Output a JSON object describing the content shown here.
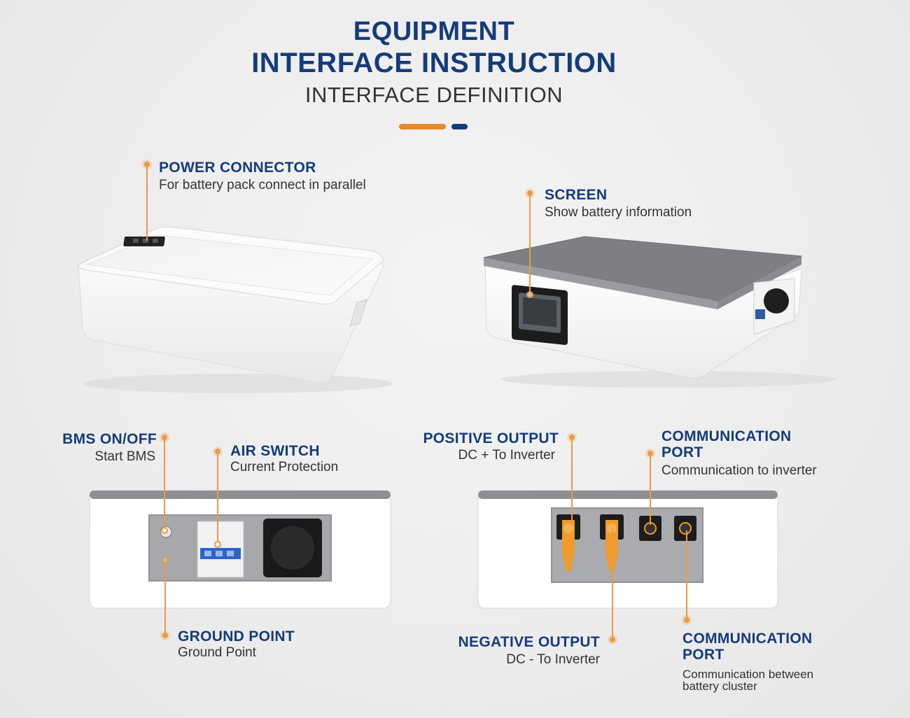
{
  "header": {
    "title_line1": "EQUIPMENT",
    "title_line2": "INTERFACE INSTRUCTION",
    "subtitle": "INTERFACE DEFINITION"
  },
  "colors": {
    "navy": "#153c7a",
    "orange": "#e58a2c",
    "body_white": "#ffffff",
    "lid_gray": "#7d7f82"
  },
  "callouts": {
    "power_connector": {
      "title": "POWER CONNECTOR",
      "desc": "For battery pack connect in parallel"
    },
    "screen": {
      "title": "SCREEN",
      "desc": "Show battery information"
    },
    "bms": {
      "title": "BMS ON/OFF",
      "desc": "Start BMS"
    },
    "air_switch": {
      "title": "AIR SWITCH",
      "desc": "Current Protection"
    },
    "ground": {
      "title": "GROUND POINT",
      "desc": "Ground Point"
    },
    "positive": {
      "title": "POSITIVE  OUTPUT",
      "desc": "DC + To Inverter"
    },
    "comm_inverter": {
      "title_line1": "COMMUNICATION",
      "title_line2": "PORT",
      "desc": "Communication to inverter"
    },
    "negative": {
      "title": "NEGATIVE OUTPUT",
      "desc": "DC - To Inverter"
    },
    "comm_cluster": {
      "title_line1": "COMMUNICATION",
      "title_line2": "PORT",
      "desc_line1": "Communication between",
      "desc_line2": "battery cluster"
    }
  }
}
